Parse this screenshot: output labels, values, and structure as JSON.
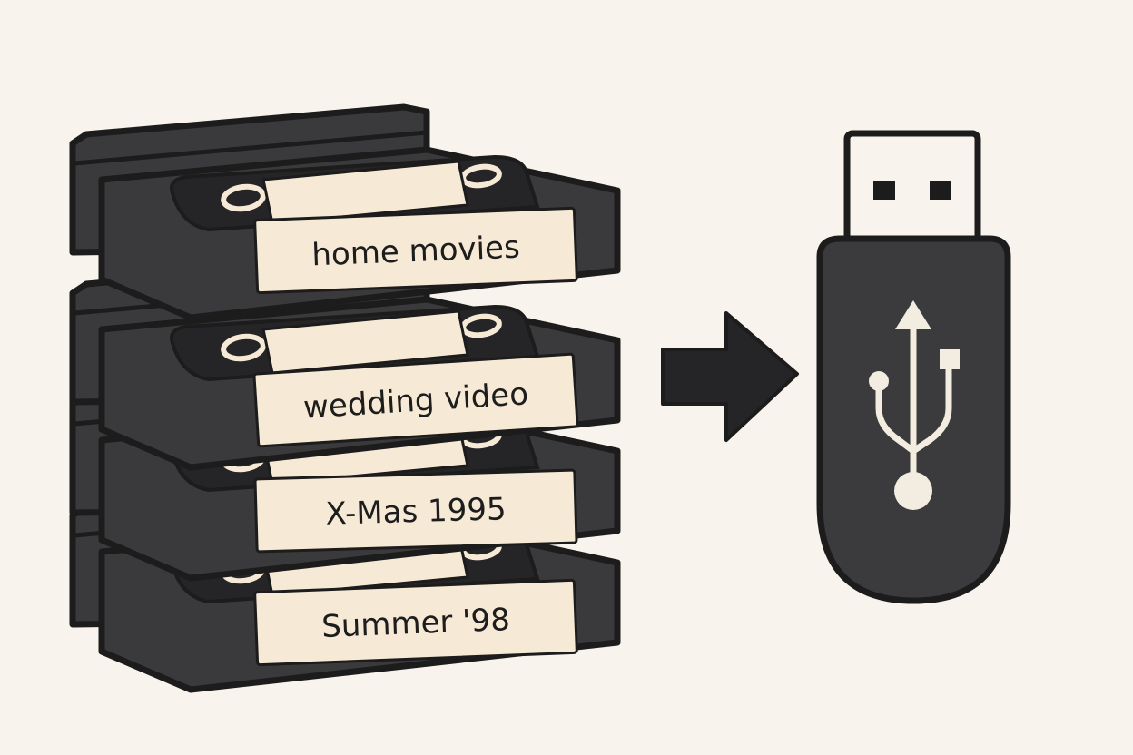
{
  "tapes": [
    {
      "label": "home movies"
    },
    {
      "label": "wedding video"
    },
    {
      "label": "X-Mas 1995"
    },
    {
      "label": "Summer '98"
    }
  ],
  "colors": {
    "background": "#f8f3ec",
    "cassette": "#3a3a3c",
    "outline": "#1c1c1c",
    "label": "#f6e9d5",
    "usb_body": "#3b3b3d",
    "usb_symbol": "#f3ece0"
  },
  "icons": [
    "vhs-cassette-icon",
    "arrow-right-icon",
    "usb-flash-drive-icon",
    "usb-symbol-icon"
  ]
}
